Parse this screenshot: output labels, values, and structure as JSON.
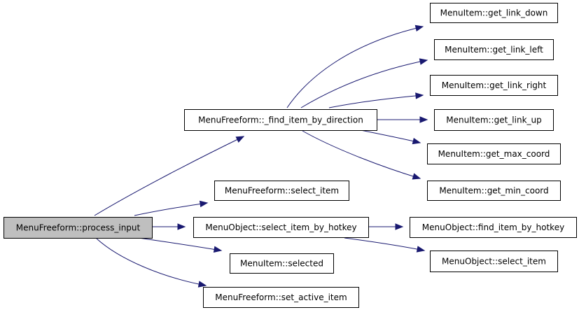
{
  "colors": {
    "edge": "#191970",
    "node_border": "#000000",
    "node_fill": "#ffffff",
    "root_fill": "#bfbfbf"
  },
  "nodes": [
    {
      "id": "process_input",
      "label": "MenuFreeform::process_input",
      "root": true
    },
    {
      "id": "find_item_by_direction",
      "label": "MenuFreeform::_find_item_by_direction"
    },
    {
      "id": "ff_select_item",
      "label": "MenuFreeform::select_item"
    },
    {
      "id": "select_item_by_hotkey",
      "label": "MenuObject::select_item_by_hotkey"
    },
    {
      "id": "selected",
      "label": "MenuItem::selected"
    },
    {
      "id": "set_active_item",
      "label": "MenuFreeform::set_active_item"
    },
    {
      "id": "get_link_down",
      "label": "MenuItem::get_link_down"
    },
    {
      "id": "get_link_left",
      "label": "MenuItem::get_link_left"
    },
    {
      "id": "get_link_right",
      "label": "MenuItem::get_link_right"
    },
    {
      "id": "get_link_up",
      "label": "MenuItem::get_link_up"
    },
    {
      "id": "get_max_coord",
      "label": "MenuItem::get_max_coord"
    },
    {
      "id": "get_min_coord",
      "label": "MenuItem::get_min_coord"
    },
    {
      "id": "find_item_by_hotkey",
      "label": "MenuObject::find_item_by_hotkey"
    },
    {
      "id": "mo_select_item",
      "label": "MenuObject::select_item"
    }
  ],
  "edges": [
    {
      "from": "process_input",
      "to": "find_item_by_direction"
    },
    {
      "from": "process_input",
      "to": "ff_select_item"
    },
    {
      "from": "process_input",
      "to": "select_item_by_hotkey"
    },
    {
      "from": "process_input",
      "to": "selected"
    },
    {
      "from": "process_input",
      "to": "set_active_item"
    },
    {
      "from": "find_item_by_direction",
      "to": "get_link_down"
    },
    {
      "from": "find_item_by_direction",
      "to": "get_link_left"
    },
    {
      "from": "find_item_by_direction",
      "to": "get_link_right"
    },
    {
      "from": "find_item_by_direction",
      "to": "get_link_up"
    },
    {
      "from": "find_item_by_direction",
      "to": "get_max_coord"
    },
    {
      "from": "find_item_by_direction",
      "to": "get_min_coord"
    },
    {
      "from": "select_item_by_hotkey",
      "to": "find_item_by_hotkey"
    },
    {
      "from": "select_item_by_hotkey",
      "to": "mo_select_item"
    }
  ]
}
